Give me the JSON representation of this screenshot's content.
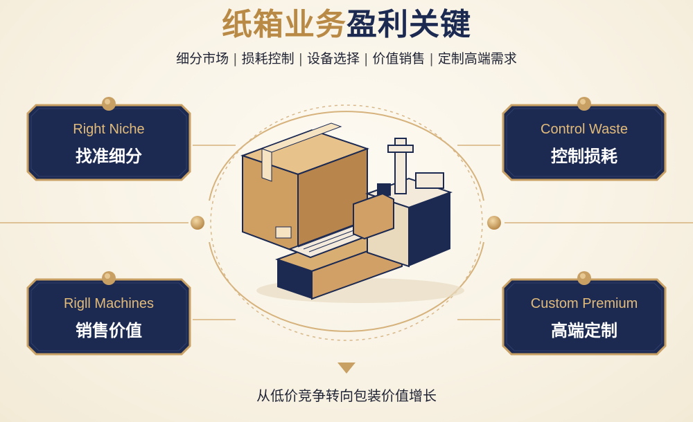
{
  "header": {
    "title_part1": "纸箱业务",
    "title_part2": "盈利关键",
    "subtitle_items": [
      "细分市场",
      "损耗控制",
      "设备选择",
      "价值销售",
      "定制高端需求"
    ],
    "separator": "|"
  },
  "cards": {
    "top_left": {
      "en": "Right Niche",
      "zh": "找准细分"
    },
    "top_right": {
      "en": "Control Waste",
      "zh": "控制损耗"
    },
    "bottom_left": {
      "en": "Rigll Machines",
      "zh": "销售价值"
    },
    "bottom_right": {
      "en": "Custom Premium",
      "zh": "高端定制"
    }
  },
  "footer": {
    "text": "从低价竞争转向包装价值增长"
  },
  "colors": {
    "navy": "#1c2a52",
    "gold": "#c9a064",
    "cardboard": "#d3a66e"
  },
  "illustration": {
    "icon": "carton-box-and-conveyor-machine-icon"
  }
}
